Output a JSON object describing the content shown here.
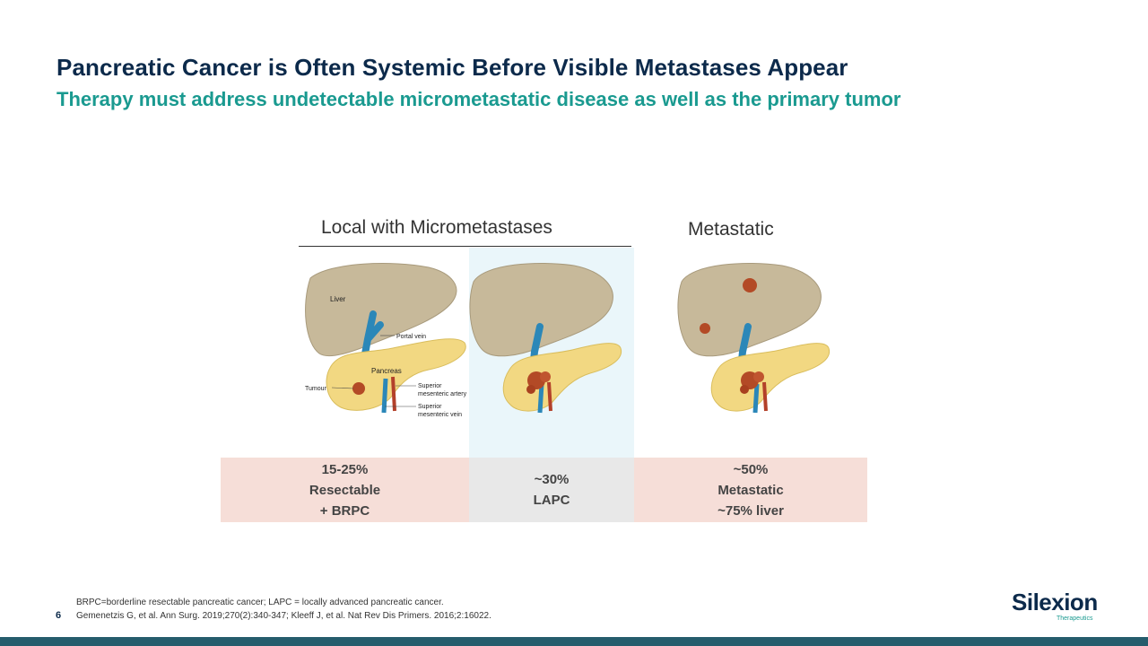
{
  "slide": {
    "title": "Pancreatic Cancer is Often Systemic Before Visible Metastases Appear",
    "subtitle": "Therapy must address undetectable micrometastatic disease as well as the primary tumor",
    "page_number": "6"
  },
  "headers": {
    "local": "Local with Micrometastases",
    "metastatic": "Metastatic"
  },
  "illustration_labels": {
    "liver": "Liver",
    "portal_vein": "Portal vein",
    "pancreas": "Pancreas",
    "tumour": "Tumour",
    "sma_1": "Superior",
    "sma_2": "mesenteric artery",
    "smv_1": "Superior",
    "smv_2": "mesenteric vein"
  },
  "categories": [
    {
      "line1": "15-25%",
      "line2": "Resectable",
      "line3": "+ BRPC"
    },
    {
      "line1": "~30%",
      "line2": "LAPC"
    },
    {
      "line1": "~50%",
      "line2": "Metastatic",
      "line3": "~75% liver"
    }
  ],
  "footnotes": {
    "abbreviations": "BRPC=borderline resectable pancreatic cancer; LAPC = locally advanced pancreatic cancer.",
    "references": "Gemenetzis G, et al. Ann Surg. 2019;270(2):340-347;  Kleeff J, et al. Nat Rev Dis Primers. 2016;2:16022."
  },
  "logo": {
    "name": "Silexion",
    "tagline": "Therapeutics"
  },
  "colors": {
    "title": "#0c2a4b",
    "subtitle": "#1a9a90",
    "highlight_column": "#eaf6fa",
    "pink_cell": "#f6ded8",
    "gray_cell": "#e8e8e8",
    "bottom_bar": "#255c6c"
  }
}
